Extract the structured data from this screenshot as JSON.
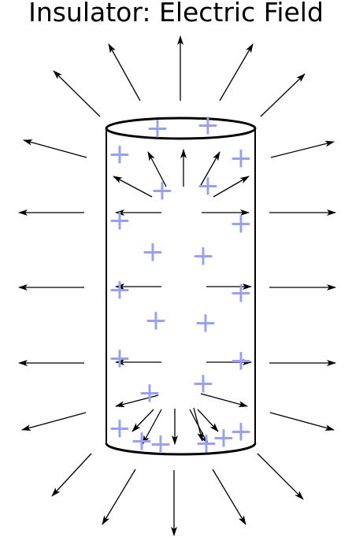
{
  "title": "Insulator: Electric Field",
  "colors": {
    "charge": "#9aa0f0",
    "arrow": "#000000",
    "outline": "#000000",
    "background": "#ffffff"
  },
  "charge_symbol": "+",
  "counts": {
    "positive_charges": 24,
    "outer_field_arrows": 20,
    "inner_field_arrows": 19
  }
}
